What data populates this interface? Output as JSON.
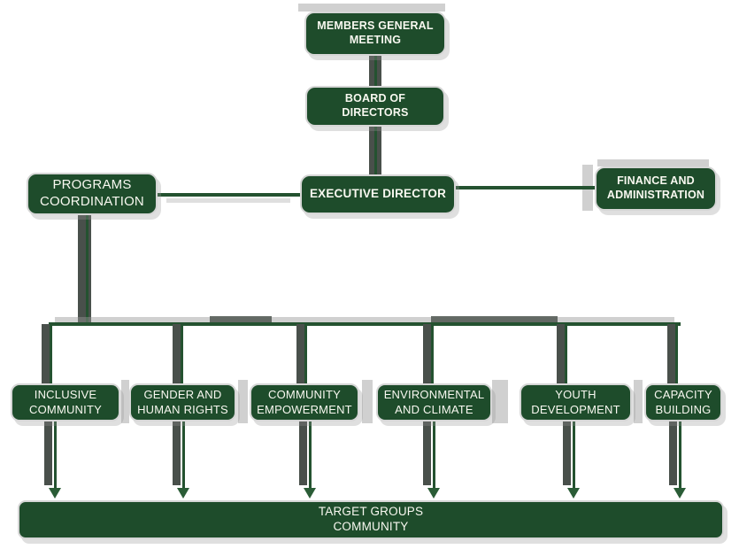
{
  "colors": {
    "box_fill": "#1e4c2b",
    "box_border": "#d6d6d6",
    "box_text": "#f8f8f0",
    "connector_green": "#245230",
    "connector_gray": "#49504b",
    "shadow_gray": "#969696",
    "background": "#ffffff"
  },
  "diagram": {
    "type": "org-chart",
    "nodes": {
      "members": {
        "label": "MEMBERS GENERAL\nMEETING"
      },
      "board": {
        "label": "BOARD OF\nDIRECTORS"
      },
      "programs": {
        "label": "PROGRAMS\nCOORDINATION"
      },
      "executive": {
        "label": "EXECUTIVE DIRECTOR"
      },
      "finance": {
        "label": "FINANCE AND\nADMINISTRATION"
      },
      "inclusive": {
        "label": "INCLUSIVE\nCOMMUNITY"
      },
      "gender": {
        "label": "GENDER AND\nHUMAN RIGHTS"
      },
      "community": {
        "label": "COMMUNITY\nEMPOWERMENT"
      },
      "environmental": {
        "label": "ENVIRONMENTAL\nAND CLIMATE"
      },
      "youth": {
        "label": "YOUTH\nDEVELOPMENT"
      },
      "capacity": {
        "label": "CAPACITY\nBUILDING"
      },
      "target": {
        "label": "TARGET GROUPS\nCOMMUNITY"
      }
    },
    "edges": [
      {
        "from": "members",
        "to": "board"
      },
      {
        "from": "board",
        "to": "executive"
      },
      {
        "from": "executive",
        "to": "programs"
      },
      {
        "from": "executive",
        "to": "finance"
      },
      {
        "from": "programs",
        "to": "inclusive"
      },
      {
        "from": "programs",
        "to": "gender"
      },
      {
        "from": "programs",
        "to": "community"
      },
      {
        "from": "programs",
        "to": "environmental"
      },
      {
        "from": "programs",
        "to": "youth"
      },
      {
        "from": "programs",
        "to": "capacity"
      },
      {
        "from": "inclusive",
        "to": "target"
      },
      {
        "from": "gender",
        "to": "target"
      },
      {
        "from": "community",
        "to": "target"
      },
      {
        "from": "environmental",
        "to": "target"
      },
      {
        "from": "youth",
        "to": "target"
      },
      {
        "from": "capacity",
        "to": "target"
      }
    ]
  }
}
